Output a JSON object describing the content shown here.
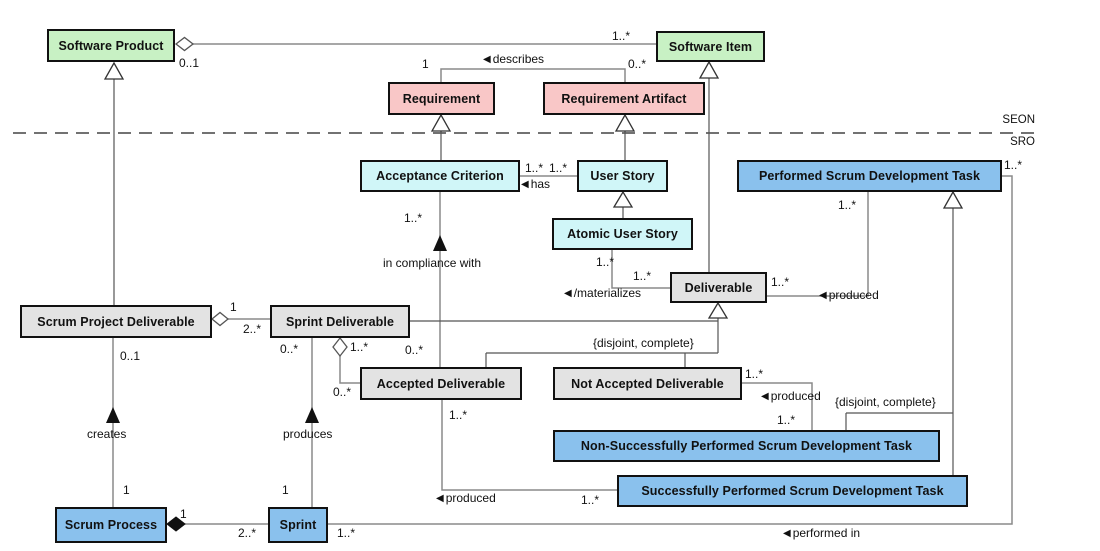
{
  "diagram": {
    "type": "UML class diagram",
    "regions": {
      "above_separator": "SEON",
      "below_separator": "SRO"
    },
    "icons": {
      "read_direction_left": "◀"
    },
    "colors": {
      "product_green": "#c8f1c4",
      "requirement_pink": "#f9c7c7",
      "story_cyan": "#d0f6f8",
      "scrum_blue": "#8ac1ed",
      "deliverable_gray": "#e3e3e3",
      "box_border": "#111111",
      "association_line": "#8a8a8a",
      "generalization_line": "#555555"
    },
    "classes": {
      "software_product": {
        "label": "Software Product"
      },
      "software_item": {
        "label": "Software Item"
      },
      "requirement": {
        "label": "Requirement"
      },
      "requirement_artifact": {
        "label": "Requirement Artifact"
      },
      "acceptance_criterion": {
        "label": "Acceptance Criterion"
      },
      "user_story": {
        "label": "User Story"
      },
      "atomic_user_story": {
        "label": "Atomic User Story"
      },
      "performed_task": {
        "label": "Performed Scrum Development Task"
      },
      "deliverable": {
        "label": "Deliverable"
      },
      "scrum_project_deliverable": {
        "label": "Scrum Project Deliverable"
      },
      "sprint_deliverable": {
        "label": "Sprint Deliverable"
      },
      "accepted_deliverable": {
        "label": "Accepted Deliverable"
      },
      "not_accepted_deliverable": {
        "label": "Not Accepted Deliverable"
      },
      "non_successfully_performed_task": {
        "label": "Non-Successfully Performed Scrum Development Task"
      },
      "successfully_performed_task": {
        "label": "Successfully Performed Scrum Development Task"
      },
      "scrum_process": {
        "label": "Scrum Process"
      },
      "sprint": {
        "label": "Sprint"
      }
    },
    "edges": {
      "aggregation_product_item": {
        "mult_product": "0..1",
        "mult_item": "1..*"
      },
      "describes": {
        "label": "describes",
        "mult_requirement": "1",
        "mult_artifact": "0..*"
      },
      "has": {
        "label": "has",
        "mult_criterion": "1..*",
        "mult_story": "1..*"
      },
      "in_compliance_with": {
        "label": "in compliance with",
        "mult_criterion": "1..*",
        "mult_accepted": "0..*"
      },
      "materializes": {
        "label": "/materializes",
        "mult_story": "1..*",
        "mult_deliverable": "1..*"
      },
      "produced_deliverable": {
        "label": "produced",
        "mult_deliverable": "1..*",
        "mult_task": "1..*"
      },
      "produced_not_accepted": {
        "label": "produced",
        "mult_deliverable": "1..*",
        "mult_task": "1..*"
      },
      "produced_accepted": {
        "label": "produced",
        "mult_deliverable": "1..*",
        "mult_task": "1..*"
      },
      "performed_in": {
        "label": "performed in",
        "mult_task": "1..*",
        "mult_sprint": "1..*"
      },
      "aggregation_project_sprint_deliverable": {
        "mult_project": "1",
        "mult_sprint_deliverable": "2..*"
      },
      "aggregation_sprint_accepted": {
        "mult_sprint_deliverable": "1..*",
        "mult_accepted": "0..*"
      },
      "creates": {
        "label": "creates",
        "mult_process": "1",
        "mult_deliverable": "0..1"
      },
      "produces": {
        "label": "produces",
        "mult_sprint": "1",
        "mult_deliverable": "0..*"
      },
      "composition_process_sprint": {
        "mult_process": "1",
        "mult_sprint": "2..*"
      },
      "constraint_deliverable": {
        "label": "{disjoint, complete}"
      },
      "constraint_task": {
        "label": "{disjoint, complete}"
      }
    }
  }
}
